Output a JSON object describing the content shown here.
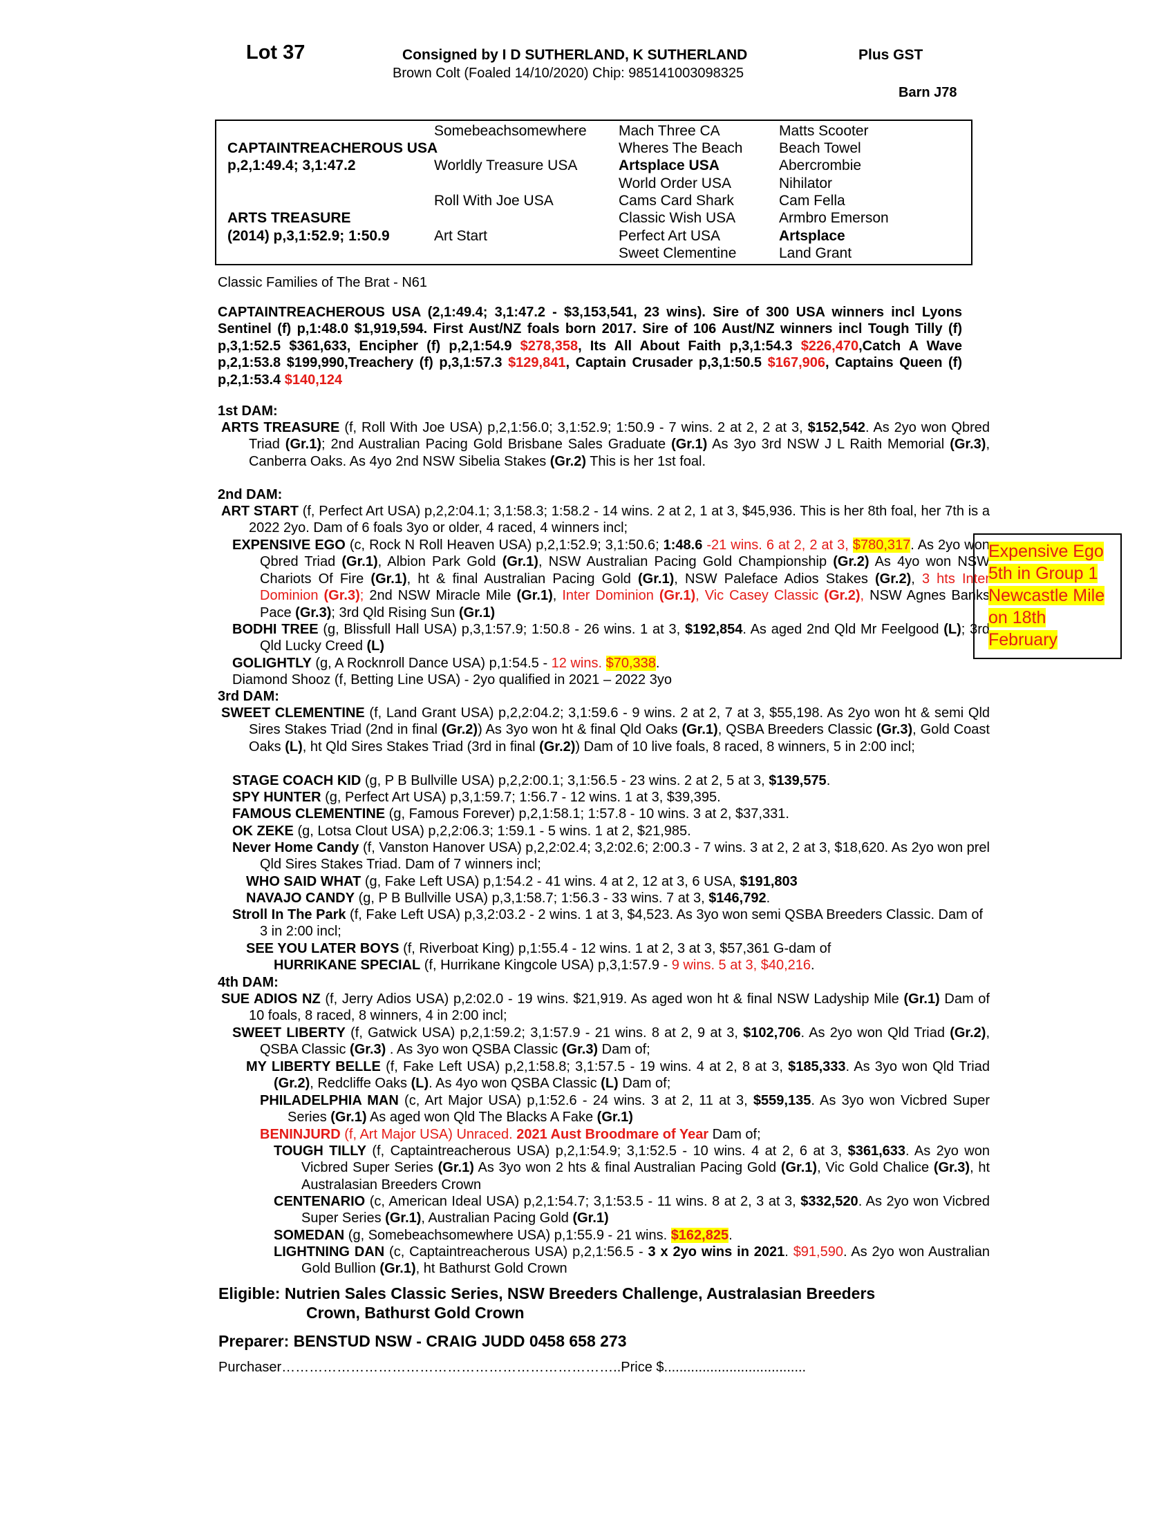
{
  "header": {
    "lot": "Lot 37",
    "consigned": "Consigned by I D SUTHERLAND, K SUTHERLAND",
    "gst": "Plus  GST",
    "colt": "Brown Colt (Foaled 14/10/2020) Chip: 985141003098325",
    "barn": "Barn J78"
  },
  "pedigree": {
    "sire": "CAPTAINTREACHEROUS USA",
    "sire_record": "p,2,1:49.4; 3,1:47.2",
    "dam": "ARTS TREASURE",
    "dam_record": "(2014) p,3,1:52.9; 1:50.9",
    "gen2": [
      "Somebeachsomewhere",
      "Worldly Treasure USA",
      "Roll With Joe USA",
      "Art Start"
    ],
    "gen3": [
      "Mach Three CA",
      "Wheres The Beach",
      "Artsplace USA",
      "World Order USA",
      "Cams Card Shark",
      "Classic Wish USA",
      "Perfect Art USA",
      "Sweet Clementine"
    ],
    "gen4": [
      "Matts Scooter",
      "Beach Towel",
      "Abercrombie",
      "Nihilator",
      "Cam Fella",
      "Armbro Emerson",
      "Artsplace",
      "Land Grant"
    ]
  },
  "families": "Classic Families of The Brat - N61",
  "sire_para": {
    "p1": "CAPTAINTREACHEROUS USA (2,1:49.4; 3,1:47.2 - $3,153,541, 23 wins). Sire of 300 USA winners incl Lyons Sentinel (f) p,1:48.0 $1,919,594. First Aust/NZ foals born 2017. Sire of 106 Aust/NZ winners incl Tough Tilly (f) p,3,1:52.5 $361,633, Encipher (f) p,2,1:54.9 ",
    "r1": "$278,358",
    "p2": ", Its All About Faith p,3,1:54.3 ",
    "r2": "$226,470",
    "p3": ",Catch A Wave p,2,1:53.8 $199,990,Treachery (f) p,3,1:57.3 ",
    "r3": "$129,841",
    "p4": ", Captain Crusader p,3,1:50.5 ",
    "r4": "$167,906",
    "p5": ", Captains Queen (f) p,2,1:53.4 ",
    "r5": "$140,124"
  },
  "dam1": {
    "heading": "1st DAM:",
    "name": "ARTS TREASURE",
    "t1": " (f, Roll With Joe USA) p,2,1:56.0; 3,1:52.9; 1:50.9 - 7 wins. 2 at 2, 2 at 3, ",
    "b1": "$152,542",
    "t2": ". As 2yo won Qbred Triad ",
    "g1": "(Gr.1)",
    "t3": "; 2nd Australian Pacing Gold Brisbane Sales Graduate ",
    "g2": "(Gr.1)",
    "t4": " As 3yo 3rd NSW J L Raith Memorial ",
    "g3": "(Gr.3)",
    "t5": ", Canberra Oaks. As 4yo 2nd NSW Sibelia Stakes ",
    "g4": "(Gr.2)",
    "t6": " This is her 1st foal."
  },
  "dam2": {
    "heading": "2nd DAM:",
    "name": "ART START",
    "text": " (f, Perfect Art USA) p,2,2:04.1; 3,1:58.3; 1:58.2 - 14 wins. 2 at 2, 1 at 3, $45,936. This is her 8th foal, her 7th is a 2022 2yo. Dam of 6 foals 3yo or older, 4 raced, 4 winners incl;",
    "ego": {
      "name": "EXPENSIVE EGO",
      "t1": " (c, Rock N Roll Heaven USA) p,2,1:52.9; 3,1:50.6; ",
      "b1": "1:48.6",
      "r1": " -21 wins. 6 at 2, 2 at 3, ",
      "hl": "$780,317",
      "t2": ". As 2yo won Qbred Triad ",
      "g1": "(Gr.1)",
      "t3": ", Albion Park Gold ",
      "g2": "(Gr.1)",
      "t4": ", NSW Australian Pacing Gold Championship ",
      "g3": "(Gr.2)",
      "t5": " As 4yo won NSW Chariots Of Fire ",
      "g4": "(Gr.1)",
      "t6": ", ht & final Australian Pacing Gold ",
      "g5": "(Gr.1)",
      "t7": ", NSW Paleface Adios Stakes ",
      "g6": "(Gr.2)",
      "t8": ", ",
      "r2": "3 hts Inter Dominion ",
      "rg1": "(Gr.3)",
      "r3": ";",
      "t9": " 2nd NSW Miracle Mile ",
      "g7": "(Gr.1)",
      "t10": ", ",
      "r4": "Inter Dominion ",
      "rg2": "(Gr.1)",
      "r5": ", Vic Casey Classic ",
      "rg3": "(Gr.2)",
      "r6": ",",
      "t11": " NSW Agnes Banks Pace ",
      "g8": "(Gr.3)",
      "t12": "; 3rd Qld Rising Sun ",
      "g9": "(Gr.1)"
    },
    "bodhi": {
      "name": "BODHI TREE",
      "t1": " (g, Blissfull Hall USA) p,3,1:57.9; 1:50.8 - 26 wins. 1 at 3, ",
      "b1": "$192,854",
      "t2": ". As aged 2nd Qld Mr Feelgood ",
      "g1": "(L)",
      "t3": "; 3rd Qld Lucky Creed ",
      "g2": "(L)"
    },
    "golightly": {
      "name": "GOLIGHTLY",
      "t1": " (g, A Rocknroll Dance USA) p,1:54.5 - ",
      "r1": "12 wins. ",
      "hl": "$70,338",
      "t2": "."
    },
    "diamond": "Diamond Shooz (f, Betting Line USA) - 2yo qualified in 2021 – 2022 3yo"
  },
  "dam3": {
    "heading": "3rd DAM:",
    "name": "SWEET CLEMENTINE",
    "t1": " (f, Land Grant USA) p,2,2:04.2; 3,1:59.6 - 9 wins. 2 at 2, 7 at 3, $55,198. As 2yo won ht & semi Qld Sires Stakes Triad (2nd in final ",
    "g1": "(Gr.2)",
    "t2": ") As 3yo won ht & final Qld Oaks ",
    "g2": "(Gr.1)",
    "t3": ", QSBA Breeders Classic ",
    "g3": "(Gr.3)",
    "t4": ", Gold Coast Oaks ",
    "g4": "(L)",
    "t5": ", ht Qld Sires Stakes Triad (3rd in final ",
    "g5": "(Gr.2)",
    "t6": ") Dam of 10 live foals, 8 raced, 8 winners, 5 in 2:00 incl;",
    "stage": {
      "name": "STAGE COACH KID",
      "t1": " (g, P B Bullville USA) p,2,2:00.1; 3,1:56.5 - 23 wins. 2 at 2, 5 at 3, ",
      "b1": "$139,575",
      "t2": "."
    },
    "spy": {
      "name": "SPY HUNTER",
      "t1": " (g, Perfect Art USA) p,3,1:59.7; 1:56.7 - 12 wins. 1 at 3, $39,395."
    },
    "famous": {
      "name": "FAMOUS CLEMENTINE",
      "t1": " (g, Famous Forever) p,2,1:58.1; 1:57.8 - 10 wins. 3 at 2, $37,331."
    },
    "ok": {
      "name": "OK ZEKE",
      "t1": " (g, Lotsa Clout USA) p,2,2:06.3; 1:59.1 - 5 wins. 1 at 2, $21,985."
    },
    "never": {
      "name": "Never Home Candy",
      "t1": " (f, Vanston Hanover USA) p,2,2:02.4; 3,2:02.6; 2:00.3 - 7 wins. 3 at 2, 2 at 3, $18,620. As 2yo won prel Qld Sires Stakes Triad. Dam of 7 winners incl;"
    },
    "who": {
      "name": "WHO SAID WHAT",
      "t1": " (g, Fake Left USA) p,1:54.2 - 41 wins. 4 at 2, 12 at 3, 6 USA, ",
      "b1": "$191,803"
    },
    "navajo": {
      "name": "NAVAJO CANDY",
      "t1": " (g, P B Bullville USA) p,3,1:58.7; 1:56.3 - 33 wins. 7 at 3, ",
      "b1": "$146,792",
      "t2": "."
    },
    "stroll": {
      "name": "Stroll In The Park",
      "t1": " (f, Fake Left USA) p,3,2:03.2 - 2 wins. 1 at 3, $4,523. As 3yo won semi QSBA Breeders Classic. Dam of 3 in 2:00 incl;"
    },
    "see": {
      "name": "SEE YOU LATER BOYS",
      "t1": " (f, Riverboat King) p,1:55.4 - 12 wins. 1 at 2, 3 at 3, $57,361 G-dam of"
    },
    "hurri": {
      "name": "HURRIKANE SPECIAL",
      "t1": " (f, Hurrikane Kingcole USA) p,3,1:57.9 - ",
      "r1": "9 wins. 5 at 3, $40,216",
      "t2": "."
    }
  },
  "dam4": {
    "heading": "4th DAM:",
    "name": "SUE ADIOS NZ",
    "t1": " (f, Jerry Adios USA) p,2:02.0 - 19 wins. $21,919. As aged won ht & final NSW Ladyship Mile ",
    "g1": "(Gr.1)",
    "t2": " Dam of 10 foals, 8 raced, 8 winners, 4 in 2:00 incl;",
    "liberty": {
      "name": "SWEET LIBERTY",
      "t1": " (f, Gatwick USA) p,2,1:59.2; 3,1:57.9 - 21 wins. 8 at 2, 9 at 3, ",
      "b1": "$102,706",
      "t2": ". As 2yo won Qld Triad ",
      "g1": "(Gr.2)",
      "t3": ", QSBA Classic ",
      "g2": "(Gr.3)",
      "t4": " . As 3yo won QSBA Classic ",
      "g3": "(Gr.3)",
      "t5": " Dam of;"
    },
    "belle": {
      "name": "MY LIBERTY BELLE",
      "t1": " (f, Fake Left USA) p,2,1:58.8; 3,1:57.5 - 19 wins. 4 at 2, 8 at 3, ",
      "b1": "$185,333",
      "t2": ". As 3yo won Qld Triad ",
      "g1": "(Gr.2)",
      "t3": ", Redcliffe Oaks ",
      "g2": "(L)",
      "t4": ". As 4yo won QSBA Classic ",
      "g3": "(L)",
      "t5": " Dam of;"
    },
    "phil": {
      "name": "PHILADELPHIA MAN",
      "t1": " (c, Art Major USA) p,1:52.6 - 24 wins. 3 at 2, 11 at 3, ",
      "b1": "$559,135",
      "t2": ". As 3yo won Vicbred Super Series ",
      "g1": "(Gr.1)",
      "t3": " As aged won Qld The Blacks A Fake ",
      "g2": "(Gr.1)"
    },
    "benin": {
      "name": "BENINJURD",
      "t1": " (f, Art Major USA) Unraced. ",
      "b1": "2021 Aust Broodmare of Year",
      "t2": " Dam of;"
    },
    "tough": {
      "name": "TOUGH TILLY",
      "t1": " (f, Captaintreacherous USA) p,2,1:54.9; 3,1:52.5 - 10 wins. 4 at 2, 6 at 3, ",
      "b1": "$361,633",
      "t2": ". As 2yo won Vicbred Super Series ",
      "g1": "(Gr.1)",
      "t3": " As 3yo won 2 hts & final Australian Pacing Gold ",
      "g2": "(Gr.1)",
      "t4": ", Vic Gold Chalice ",
      "g3": "(Gr.3)",
      "t5": ", ht Australasian Breeders Crown"
    },
    "cent": {
      "name": "CENTENARIO",
      "t1": " (c, American Ideal USA) p,2,1:54.7; 3,1:53.5 - 11 wins. 8 at 2, 3 at 3, ",
      "b1": "$332,520",
      "t2": ". As 2yo won Vicbred Super Series ",
      "g1": "(Gr.1)",
      "t3": ", Australian Pacing Gold ",
      "g2": "(Gr.1)"
    },
    "somedan": {
      "name": "SOMEDAN",
      "t1": " (g, Somebeachsomewhere USA) p,1:55.9 - 21 wins. ",
      "hl": "$162,825",
      "t2": "."
    },
    "lightning": {
      "name": "LIGHTNING DAN",
      "t1": " (c, Captaintreacherous USA) p,2,1:56.5 - ",
      "b1": "3 x 2yo wins in 2021",
      "t2": ". ",
      "r1": "$91,590",
      "t3": ". As 2yo won Australian Gold Bullion ",
      "g1": "(Gr.1)",
      "t4": ", ht Bathurst Gold Crown"
    }
  },
  "sidebox": {
    "lines": [
      "Expensive Ego",
      "5th in Group 1",
      "Newcastle Mile",
      "on 18th",
      "February"
    ]
  },
  "footer": {
    "eligible_line1": "Eligible: Nutrien Sales Classic Series, NSW Breeders Challenge, Australasian Breeders",
    "eligible_line2": "Crown, Bathurst Gold Crown",
    "preparer": "Preparer: BENSTUD NSW - CRAIG JUDD 0458 658 273",
    "purchaser": "Purchaser………………………………………………………………..Price $....................................."
  }
}
